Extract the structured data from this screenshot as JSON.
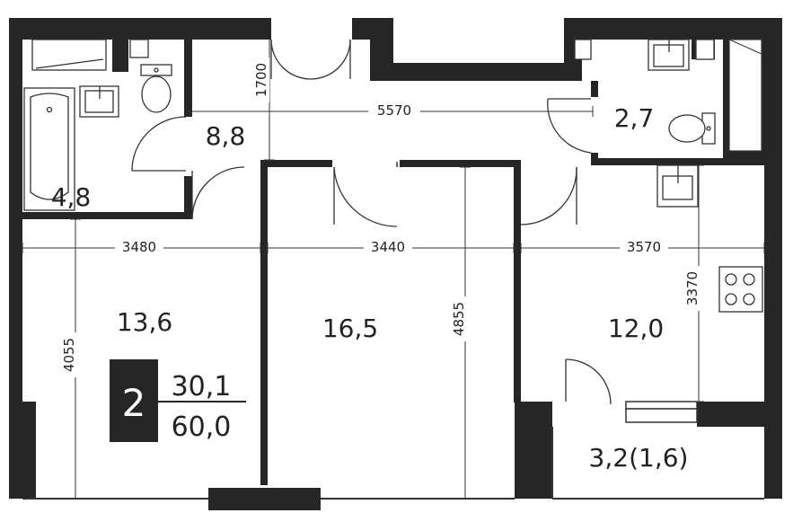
{
  "plan": {
    "rooms": {
      "bathroom": "4,8",
      "hall": "8,8",
      "wc": "2,7",
      "bedroom_left": "13,6",
      "room_center": "16,5",
      "kitchen": "12,0",
      "balcony": "3,2(1,6)"
    },
    "dimensions": {
      "hall_width": "5570",
      "hall_depth": "1700",
      "left_width": "3480",
      "center_width": "3440",
      "right_width": "3570",
      "left_depth": "4055",
      "center_depth": "4855",
      "kitchen_depth": "3370"
    },
    "badge": {
      "rooms": "2",
      "living_area": "30,1",
      "total_area": "60,0"
    }
  },
  "colors": {
    "wall": "#262626",
    "line": "#333333",
    "fixture_bg": "#f2f2f2",
    "badge_bg": "#262626"
  }
}
